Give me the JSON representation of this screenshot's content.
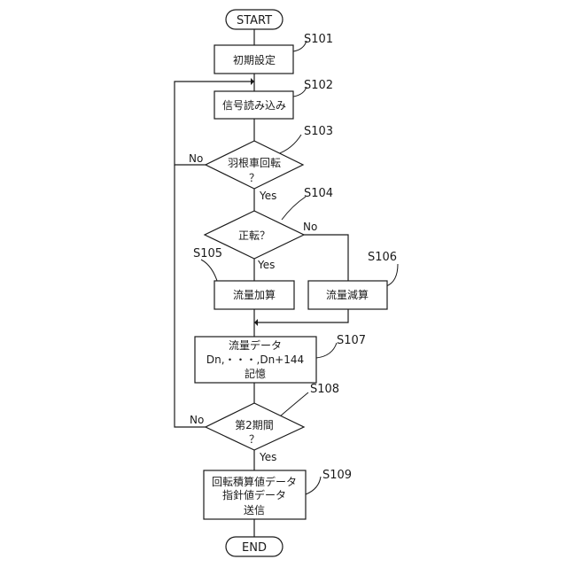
{
  "flowchart": {
    "start": "START",
    "end": "END",
    "steps": {
      "s101": {
        "id": "S101",
        "text": "初期設定"
      },
      "s102": {
        "id": "S102",
        "text": "信号読み込み"
      },
      "s103": {
        "id": "S103",
        "lines": [
          "羽根車回転",
          "？"
        ]
      },
      "s104": {
        "id": "S104",
        "text": "正転？"
      },
      "s105": {
        "id": "S105",
        "text": "流量加算"
      },
      "s106": {
        "id": "S106",
        "text": "流量減算"
      },
      "s107": {
        "id": "S107",
        "lines": [
          "流量データ",
          "Dn,・・・,Dn+144",
          "記憶"
        ]
      },
      "s108": {
        "id": "S108",
        "lines": [
          "第2期間",
          "？"
        ]
      },
      "s109": {
        "id": "S109",
        "lines": [
          "回転積算値データ",
          "指針値データ",
          "送信"
        ]
      }
    },
    "branch_labels": {
      "s103_no": "No",
      "s103_yes": "Yes",
      "s104_no": "No",
      "s104_yes": "Yes",
      "s108_no": "No",
      "s108_yes": "Yes"
    }
  }
}
